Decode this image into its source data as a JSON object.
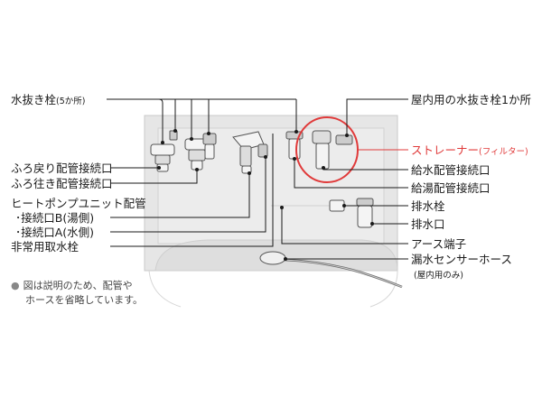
{
  "labels": {
    "drain_plug_5": "水抜き栓",
    "drain_plug_5_count": "(5か所)",
    "indoor_drain_plug": "屋内用の水抜き栓1か所",
    "bath_return_port": "ふろ戻り配管接続口",
    "bath_out_port": "ふろ往き配管接続口",
    "heat_pump_pipe": "ヒートポンプユニット配管",
    "port_b": "･接続口B(湯側)",
    "port_a": "･接続口A(水側)",
    "emergency_tap": "非常用取水栓",
    "strainer": "ストレーナー",
    "strainer_filter": "(フィルター)",
    "water_supply_port": "給水配管接続口",
    "hot_water_port": "給湯配管接続口",
    "drain_tap": "排水栓",
    "drain_outlet": "排水口",
    "earth_terminal": "アース端子",
    "leak_sensor_hose": "漏水センサーホース",
    "leak_sensor_hose_note": "(屋内用のみ)"
  },
  "note": {
    "line1": "図は説明のため、配管や",
    "line2": "ホースを省略しています。"
  },
  "colors": {
    "highlight": "#e03a3a",
    "unit_body": "#e3e3e3",
    "leader": "#1a1a1a"
  }
}
